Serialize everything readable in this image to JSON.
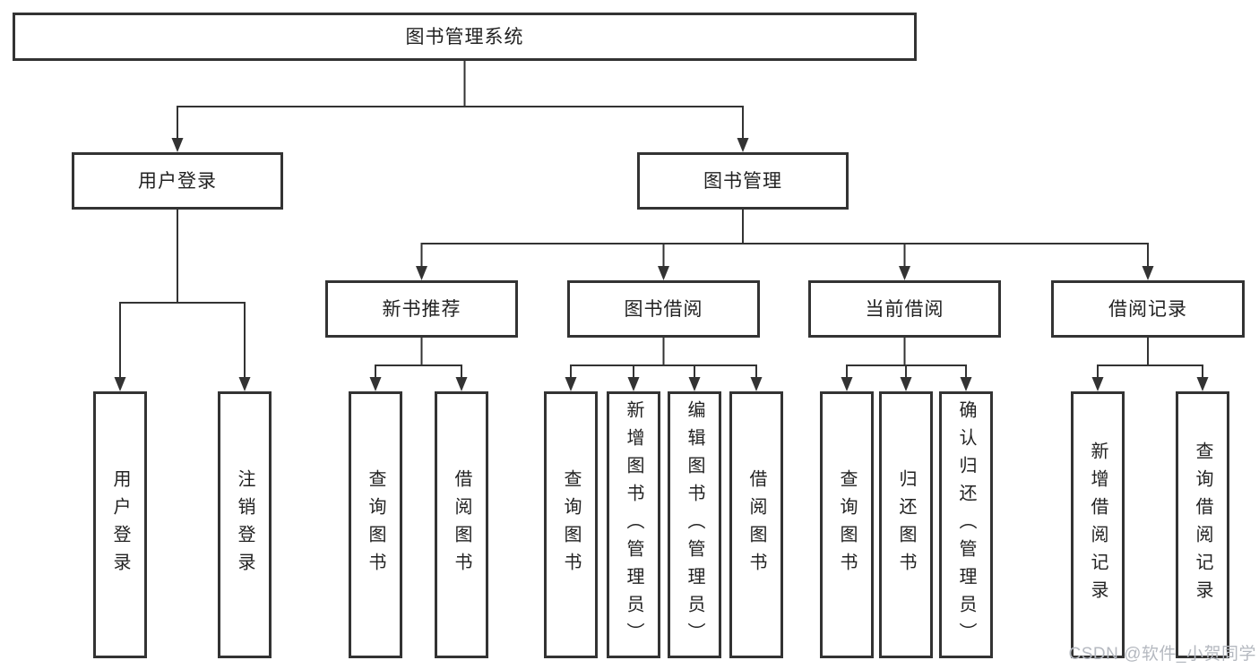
{
  "diagram": {
    "type": "hierarchy",
    "title": "图书管理系统",
    "watermark": "CSDN @软件_小贺同学",
    "colors": {
      "background": "#ffffff",
      "line": "#333333",
      "box_border": "#333333",
      "box_fill": "#ffffff",
      "text": "#222222",
      "watermark": "#b5b9c0"
    },
    "nodes": [
      {
        "id": "root",
        "label": "图书管理系统",
        "parent": null
      },
      {
        "id": "user-login",
        "label": "用户登录",
        "parent": "root"
      },
      {
        "id": "book-mgmt",
        "label": "图书管理",
        "parent": "root"
      },
      {
        "id": "new-book-rec",
        "label": "新书推荐",
        "parent": "book-mgmt"
      },
      {
        "id": "book-borrow",
        "label": "图书借阅",
        "parent": "book-mgmt"
      },
      {
        "id": "current-borrow",
        "label": "当前借阅",
        "parent": "book-mgmt"
      },
      {
        "id": "borrow-record",
        "label": "借阅记录",
        "parent": "book-mgmt"
      },
      {
        "id": "leaf-user-login",
        "label": "用户登录",
        "parent": "user-login"
      },
      {
        "id": "leaf-logout",
        "label": "注销登录",
        "parent": "user-login"
      },
      {
        "id": "leaf-rec-query",
        "label": "查询图书",
        "parent": "new-book-rec"
      },
      {
        "id": "leaf-rec-borrow",
        "label": "借阅图书",
        "parent": "new-book-rec"
      },
      {
        "id": "leaf-bb-query",
        "label": "查询图书",
        "parent": "book-borrow"
      },
      {
        "id": "leaf-bb-add",
        "label": "新增图书（管理员）",
        "parent": "book-borrow"
      },
      {
        "id": "leaf-bb-edit",
        "label": "编辑图书（管理员）",
        "parent": "book-borrow"
      },
      {
        "id": "leaf-bb-borrow",
        "label": "借阅图书",
        "parent": "book-borrow"
      },
      {
        "id": "leaf-cb-query",
        "label": "查询图书",
        "parent": "current-borrow"
      },
      {
        "id": "leaf-cb-return",
        "label": "归还图书",
        "parent": "current-borrow"
      },
      {
        "id": "leaf-cb-confirm",
        "label": "确认归还（管理员）",
        "parent": "current-borrow"
      },
      {
        "id": "leaf-br-add",
        "label": "新增借阅记录",
        "parent": "borrow-record"
      },
      {
        "id": "leaf-br-query",
        "label": "查询借阅记录",
        "parent": "borrow-record"
      }
    ]
  }
}
